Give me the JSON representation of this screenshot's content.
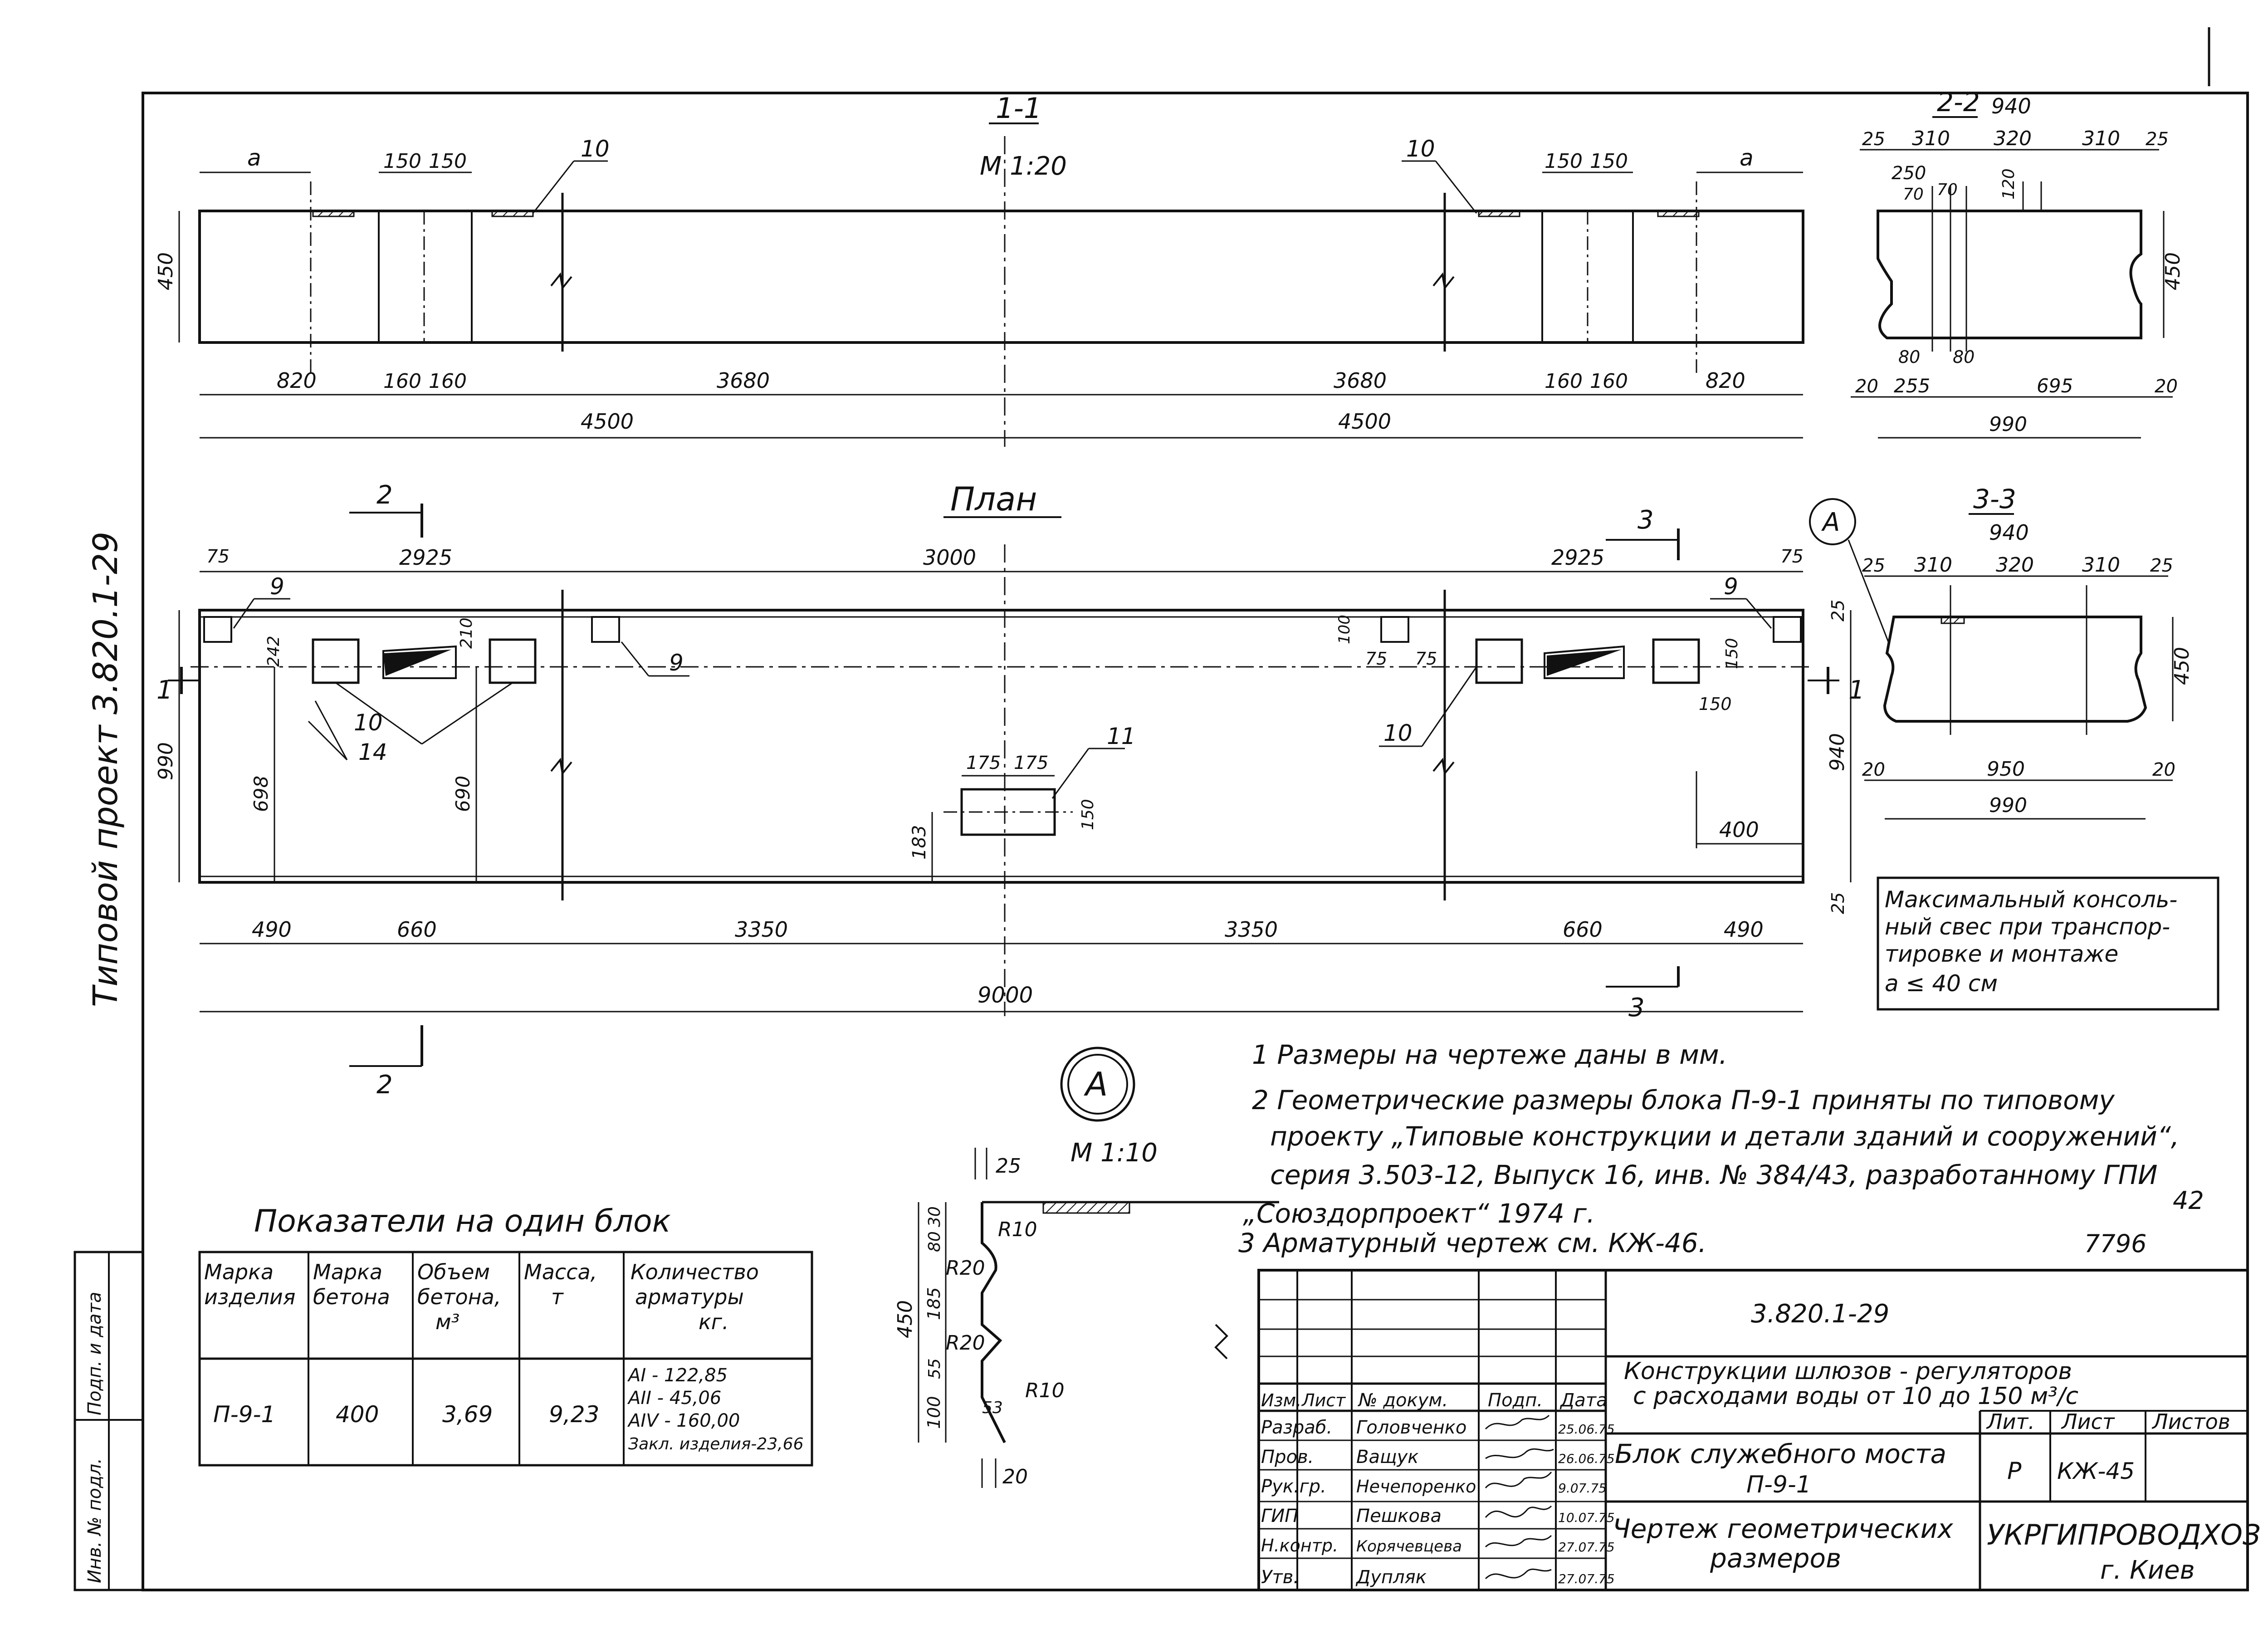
{
  "side_title": "Типовой проект 3.820.1-29",
  "section_1_1": {
    "title": "1-1",
    "scale": "М 1:20",
    "dims": {
      "a_left": "а",
      "a_right": "а",
      "d150": "150",
      "d160": "160",
      "height": "450",
      "d820": "820",
      "d3680": "3680",
      "d4500": "4500"
    },
    "callout": "10"
  },
  "section_2_2": {
    "title": "2-2",
    "dims": {
      "w940": "940",
      "d25": "25",
      "d310": "310",
      "d320": "320",
      "d250": "250",
      "d70": "70",
      "d120": "120",
      "h450": "450",
      "d80": "80",
      "d20": "20",
      "d255": "255",
      "d695": "695",
      "w990": "990"
    }
  },
  "section_3_3": {
    "title": "3-3",
    "marker": "А",
    "dims": {
      "w940": "940",
      "d25": "25",
      "d310": "310",
      "d320": "320",
      "h450": "450",
      "d20": "20",
      "d950": "950",
      "w990": "990"
    }
  },
  "plan": {
    "title": "План",
    "section_marks": {
      "s1": "1",
      "s2": "2",
      "s3": "3"
    },
    "dims": {
      "d75": "75",
      "d2925": "2925",
      "d3000": "3000",
      "d242": "242",
      "d210": "210",
      "d990": "990",
      "d698": "698",
      "d690": "690",
      "d175": "175",
      "d183": "183",
      "d150": "150",
      "d100": "100",
      "d25": "25",
      "d940": "940",
      "d400": "400",
      "d490": "490",
      "d660": "660",
      "d3350": "3350",
      "d9000": "9000"
    },
    "callouts": {
      "c9": "9",
      "c10": "10",
      "c11": "11",
      "c14": "14"
    }
  },
  "overhang_note": [
    "Максимальный консоль-",
    "ный свес при транспор-",
    "тировке и монтаже",
    "а ≤ 40 см"
  ],
  "notes": [
    "1  Размеры на чертеже даны в мм.",
    "2  Геометрические размеры блока П-9-1  приняты по типовому",
    "проекту „Типовые конструкции и детали зданий и сооружений“,",
    "серия  3.503-12,  Выпуск 16,  инв. № 384/43,  разработанному ГПИ",
    "„Союздорпроект“ 1974 г.",
    "3  Арматурный чертеж  см.  КЖ-46."
  ],
  "ref_number": "7796",
  "margin_mark": "42",
  "detail_a": {
    "marker": "А",
    "scale": "М 1:10",
    "dims": {
      "d25": "25",
      "d30": "30",
      "d80": "80",
      "d185": "185",
      "d450": "450",
      "d55": "55",
      "d100": "100",
      "d20": "20",
      "d53": "53"
    },
    "radii": {
      "r10a": "R10",
      "r20a": "R20",
      "r20b": "R20",
      "r10b": "R10"
    }
  },
  "indicators": {
    "title": "Показатели   на   один   блок",
    "headers": [
      [
        "Марка",
        "изделия"
      ],
      [
        "Марка",
        "бетона"
      ],
      [
        "Объем",
        "бетона,",
        "м³"
      ],
      [
        "Масса,",
        "т"
      ],
      [
        "Количество",
        "арматуры",
        "кг."
      ]
    ],
    "row": {
      "mark": "П-9-1",
      "concrete": "400",
      "volume": "3,69",
      "mass": "9,23"
    },
    "rebar": [
      "АI - 122,85",
      "АII - 45,06",
      "АIV - 160,00",
      "Закл. изделия-23,66"
    ]
  },
  "stamp_vertical": {
    "inv": "Инв. № подл.",
    "sign": "Подп. и дата"
  },
  "title_block": {
    "project_code": "3.820.1-29",
    "project_title": [
      "Конструкции шлюзов - регуляторов",
      "с расходами воды  от 10 до 150 м³/с"
    ],
    "sheet_title": [
      "Блок служебного моста",
      "П-9-1"
    ],
    "drawing_title": [
      "Чертеж геометрических",
      "размеров"
    ],
    "col_heads": [
      "Изм.",
      "Лист",
      "№ докум.",
      "Подп.",
      "Дата"
    ],
    "roles": [
      {
        "role": "Разраб.",
        "name": "Головченко",
        "date": "25.06.75"
      },
      {
        "role": "Пров.",
        "name": "Ващук",
        "date": "26.06.75"
      },
      {
        "role": "Рук.гр.",
        "name": "Нечепоренко",
        "date": "9.07.75"
      },
      {
        "role": "ГИП",
        "name": "Пешкова",
        "date": "10.07.75"
      },
      {
        "role": "Н.контр.",
        "name": "Корячевцева",
        "date": "27.07.75"
      },
      {
        "role": "Утв.",
        "name": "Дупляк",
        "date": "27.07.75"
      }
    ],
    "lit_label": "Лит.",
    "sheet_label": "Лист",
    "sheets_label": "Листов",
    "lit_value": "Р",
    "sheet_value": "КЖ-45",
    "sheets_value": "",
    "organization": "УКРГИПРОВОДХОЗ",
    "city": "г. Киев"
  }
}
